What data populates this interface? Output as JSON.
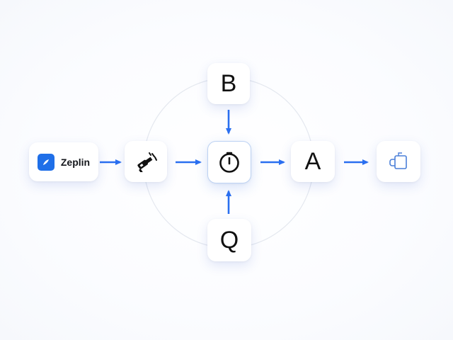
{
  "diagram": {
    "nodes": {
      "zeplin": {
        "label": "Zeplin",
        "icon": "zeplin-logo-icon",
        "color": "#1f6fe8"
      },
      "tool": {
        "icon": "pipette-tool-icon"
      },
      "center": {
        "icon": "timer-icon"
      },
      "top": {
        "label": "B"
      },
      "bottom": {
        "label": "Q"
      },
      "right": {
        "label": "A"
      },
      "end": {
        "icon": "mug-icon"
      }
    },
    "edges": [
      {
        "from": "zeplin",
        "to": "tool"
      },
      {
        "from": "tool",
        "to": "center"
      },
      {
        "from": "top",
        "to": "center"
      },
      {
        "from": "bottom",
        "to": "center"
      },
      {
        "from": "center",
        "to": "right"
      },
      {
        "from": "right",
        "to": "end"
      }
    ],
    "colors": {
      "arrow": "#2a6ff0",
      "ring": "#e4e8ef",
      "center_border": "#bcd2f3"
    }
  }
}
